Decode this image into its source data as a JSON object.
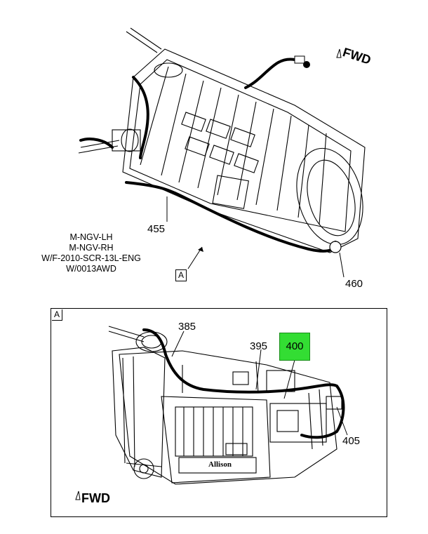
{
  "top_view": {
    "fwd_label": "FWD",
    "callouts": {
      "c455": "455",
      "c460": "460"
    },
    "notes": [
      "M-NGV-LH",
      "M-NGV-RH",
      "W/F-2010-SCR-13L-ENG",
      "W/0013AWD"
    ],
    "view_ref": "A"
  },
  "detail_view": {
    "title": "A",
    "fwd_label": "FWD",
    "brand_text": "Allison",
    "callouts": {
      "c385": "385",
      "c395": "395",
      "c400": "400",
      "c405": "405"
    },
    "highlight_color": "#33dd33"
  }
}
